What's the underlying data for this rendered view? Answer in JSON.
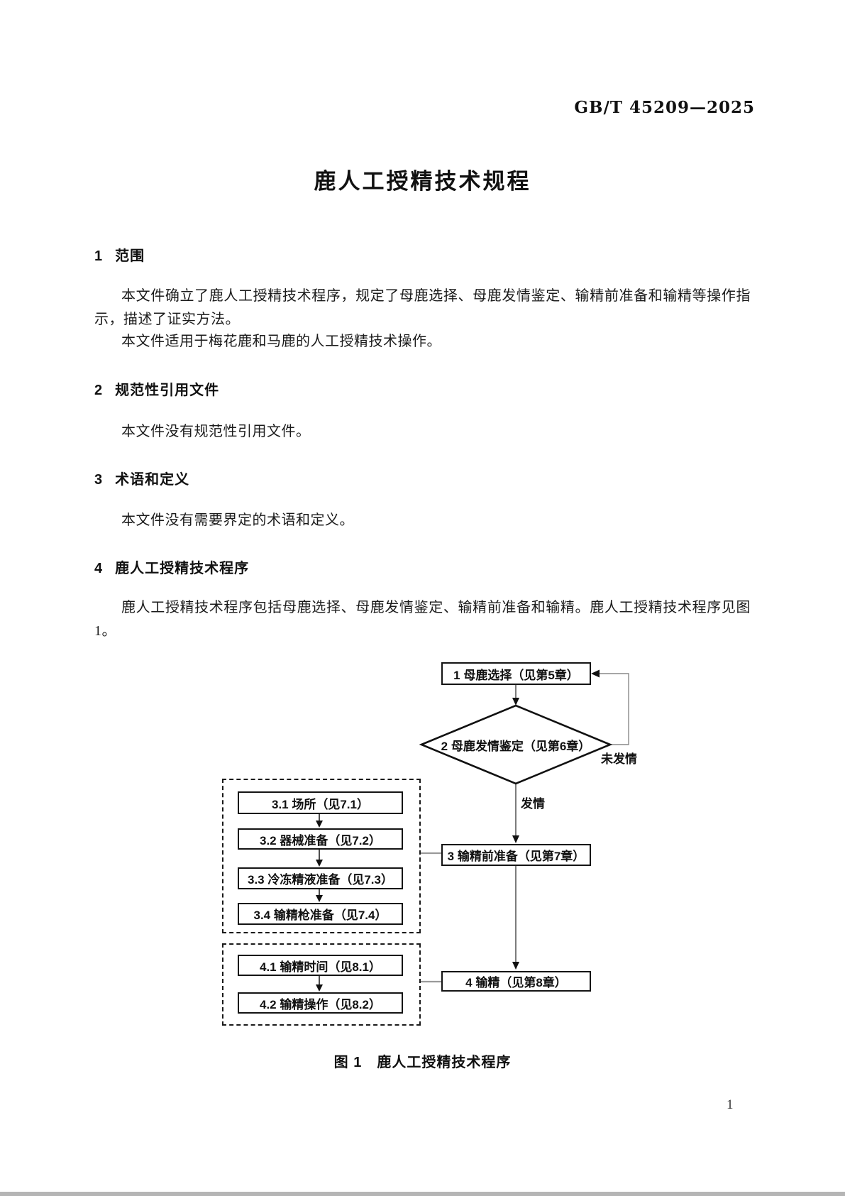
{
  "page": {
    "doc_code": "GB/T 45209—2025",
    "title": "鹿人工授精技术规程",
    "page_number": "1"
  },
  "sections": [
    {
      "number": "1",
      "heading": "范围",
      "paragraphs": [
        "本文件确立了鹿人工授精技术程序，规定了母鹿选择、母鹿发情鉴定、输精前准备和输精等操作指示，描述了证实方法。",
        "本文件适用于梅花鹿和马鹿的人工授精技术操作。"
      ]
    },
    {
      "number": "2",
      "heading": "规范性引用文件",
      "paragraphs": [
        "本文件没有规范性引用文件。"
      ]
    },
    {
      "number": "3",
      "heading": "术语和定义",
      "paragraphs": [
        "本文件没有需要界定的术语和定义。"
      ]
    },
    {
      "number": "4",
      "heading": "鹿人工授精技术程序",
      "paragraphs": [
        "鹿人工授精技术程序包括母鹿选择、母鹿发情鉴定、输精前准备和输精。鹿人工授精技术程序见图 1。"
      ]
    }
  ],
  "figure": {
    "caption": "图 1　鹿人工授精技术程序",
    "nodes": {
      "doe_selection": "1 母鹿选择（见第5章）",
      "estrus_identification": "2 母鹿发情鉴定（见第6章）",
      "pre_insemination_prep": "3 输精前准备（见第7章）",
      "insemination": "4 输精（见第8章）",
      "site": "3.1 场所（见7.1）",
      "instrument_prep": "3.2 器械准备（见7.2）",
      "frozen_semen_prep": "3.3 冷冻精液准备（见7.3）",
      "insemination_gun_prep": "3.4 输精枪准备（见7.4）",
      "insemination_time": "4.1 输精时间（见8.1）",
      "insemination_operation": "4.2 输精操作（见8.2）"
    },
    "labels": {
      "not_in_estrus": "未发情",
      "in_estrus": "发情"
    },
    "line_color": "#444444",
    "loop_line_color": "#888888",
    "connector_color": "#9a9a9a"
  }
}
